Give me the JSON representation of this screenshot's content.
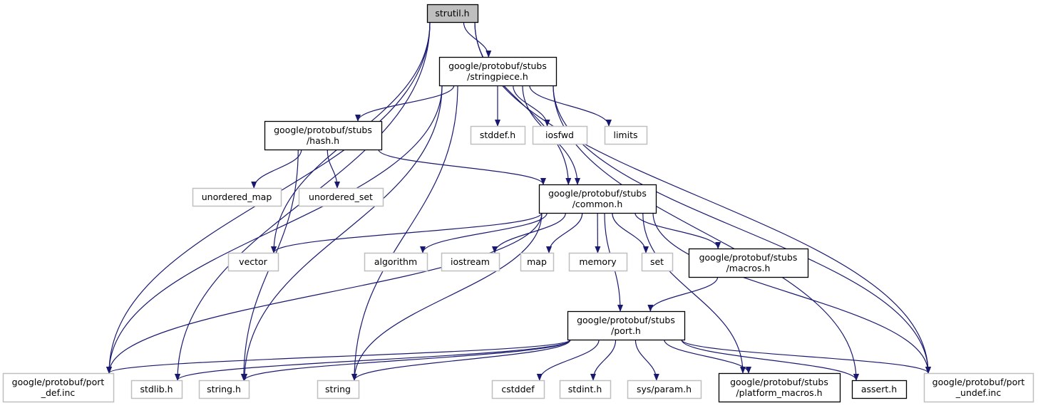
{
  "title": "strutil.h include dependency graph",
  "colors": {
    "edge": "#191970",
    "root_fill": "#bfbfbf",
    "internal_border": "#000000",
    "external_border": "#bfbfbf",
    "node_fill": "#ffffff"
  },
  "nodes": [
    {
      "id": "strutil",
      "lines": [
        "strutil.h"
      ],
      "kind": "root"
    },
    {
      "id": "stringpiece",
      "lines": [
        "google/protobuf/stubs",
        "/stringpiece.h"
      ],
      "kind": "internal"
    },
    {
      "id": "hash",
      "lines": [
        "google/protobuf/stubs",
        "/hash.h"
      ],
      "kind": "internal"
    },
    {
      "id": "stddef_h",
      "lines": [
        "stddef.h"
      ],
      "kind": "external"
    },
    {
      "id": "iosfwd",
      "lines": [
        "iosfwd"
      ],
      "kind": "external"
    },
    {
      "id": "limits",
      "lines": [
        "limits"
      ],
      "kind": "external"
    },
    {
      "id": "unordered_map",
      "lines": [
        "unordered_map"
      ],
      "kind": "external"
    },
    {
      "id": "unordered_set",
      "lines": [
        "unordered_set"
      ],
      "kind": "external"
    },
    {
      "id": "common",
      "lines": [
        "google/protobuf/stubs",
        "/common.h"
      ],
      "kind": "internal"
    },
    {
      "id": "vector",
      "lines": [
        "vector"
      ],
      "kind": "external"
    },
    {
      "id": "algorithm",
      "lines": [
        "algorithm"
      ],
      "kind": "external"
    },
    {
      "id": "iostream",
      "lines": [
        "iostream"
      ],
      "kind": "external"
    },
    {
      "id": "map",
      "lines": [
        "map"
      ],
      "kind": "external"
    },
    {
      "id": "memory",
      "lines": [
        "memory"
      ],
      "kind": "external"
    },
    {
      "id": "set",
      "lines": [
        "set"
      ],
      "kind": "external"
    },
    {
      "id": "macros",
      "lines": [
        "google/protobuf/stubs",
        "/macros.h"
      ],
      "kind": "internal"
    },
    {
      "id": "port",
      "lines": [
        "google/protobuf/stubs",
        "/port.h"
      ],
      "kind": "internal"
    },
    {
      "id": "port_def",
      "lines": [
        "google/protobuf/port",
        "_def.inc"
      ],
      "kind": "external"
    },
    {
      "id": "stdlib_h",
      "lines": [
        "stdlib.h"
      ],
      "kind": "external"
    },
    {
      "id": "string_h",
      "lines": [
        "string.h"
      ],
      "kind": "external"
    },
    {
      "id": "string",
      "lines": [
        "string"
      ],
      "kind": "external"
    },
    {
      "id": "cstddef",
      "lines": [
        "cstddef"
      ],
      "kind": "external"
    },
    {
      "id": "stdint_h",
      "lines": [
        "stdint.h"
      ],
      "kind": "external"
    },
    {
      "id": "sys_param",
      "lines": [
        "sys/param.h"
      ],
      "kind": "external"
    },
    {
      "id": "platform_macros",
      "lines": [
        "google/protobuf/stubs",
        "/platform_macros.h"
      ],
      "kind": "internal"
    },
    {
      "id": "assert_h",
      "lines": [
        "assert.h"
      ],
      "kind": "internal"
    },
    {
      "id": "port_undef",
      "lines": [
        "google/protobuf/port",
        "_undef.inc"
      ],
      "kind": "external"
    }
  ],
  "edges": [
    [
      "strutil",
      "stringpiece"
    ],
    [
      "strutil",
      "port_def"
    ],
    [
      "strutil",
      "stdlib_h"
    ],
    [
      "strutil",
      "vector"
    ],
    [
      "strutil",
      "common"
    ],
    [
      "strutil",
      "port_undef"
    ],
    [
      "stringpiece",
      "hash"
    ],
    [
      "stringpiece",
      "stddef_h"
    ],
    [
      "stringpiece",
      "iosfwd"
    ],
    [
      "stringpiece",
      "limits"
    ],
    [
      "stringpiece",
      "common"
    ],
    [
      "stringpiece",
      "port_def"
    ],
    [
      "stringpiece",
      "string_h"
    ],
    [
      "stringpiece",
      "string"
    ],
    [
      "stringpiece",
      "assert_h"
    ],
    [
      "stringpiece",
      "port_undef"
    ],
    [
      "hash",
      "unordered_map"
    ],
    [
      "hash",
      "unordered_set"
    ],
    [
      "hash",
      "common"
    ],
    [
      "hash",
      "string_h"
    ],
    [
      "common",
      "vector"
    ],
    [
      "common",
      "algorithm"
    ],
    [
      "common",
      "iostream"
    ],
    [
      "common",
      "map"
    ],
    [
      "common",
      "memory"
    ],
    [
      "common",
      "set"
    ],
    [
      "common",
      "macros"
    ],
    [
      "common",
      "port"
    ],
    [
      "common",
      "port_def"
    ],
    [
      "common",
      "string"
    ],
    [
      "common",
      "platform_macros"
    ],
    [
      "common",
      "port_undef"
    ],
    [
      "macros",
      "port"
    ],
    [
      "port",
      "port_def"
    ],
    [
      "port",
      "stdlib_h"
    ],
    [
      "port",
      "string_h"
    ],
    [
      "port",
      "string"
    ],
    [
      "port",
      "cstddef"
    ],
    [
      "port",
      "stdint_h"
    ],
    [
      "port",
      "sys_param"
    ],
    [
      "port",
      "platform_macros"
    ],
    [
      "port",
      "assert_h"
    ],
    [
      "port",
      "port_undef"
    ]
  ]
}
